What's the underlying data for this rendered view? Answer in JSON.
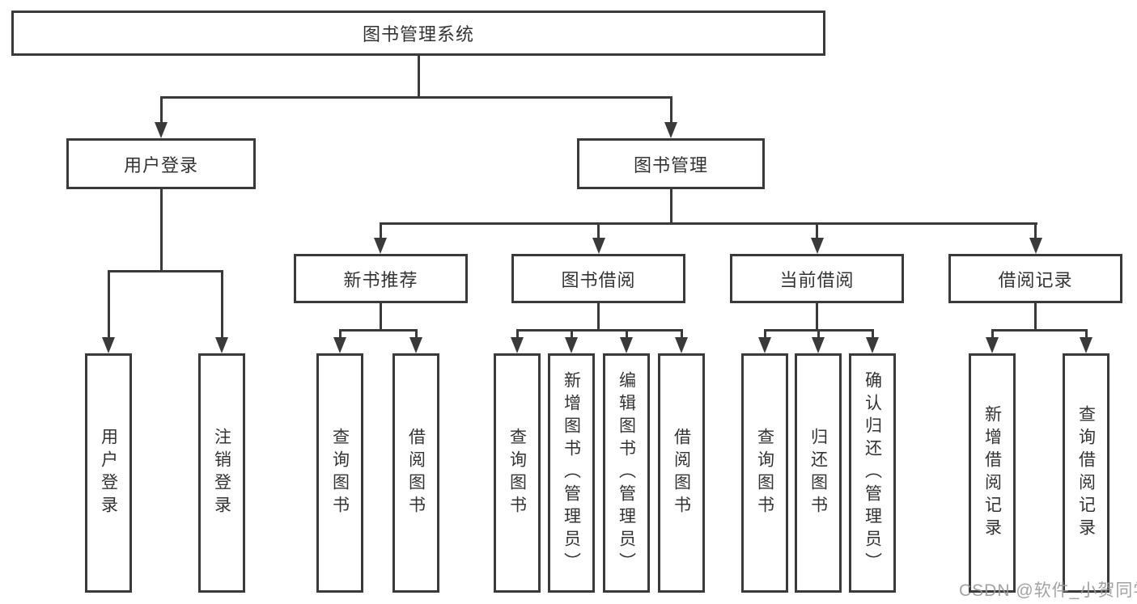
{
  "diagram_type": "hierarchy-tree",
  "tree": {
    "label": "图书管理系统",
    "children": [
      {
        "label": "用户登录",
        "children": [
          {
            "label": "用户登录"
          },
          {
            "label": "注销登录"
          }
        ]
      },
      {
        "label": "图书管理",
        "children": [
          {
            "label": "新书推荐",
            "children": [
              {
                "label": "查询图书"
              },
              {
                "label": "借阅图书"
              }
            ]
          },
          {
            "label": "图书借阅",
            "children": [
              {
                "label": "查询图书"
              },
              {
                "label": "新增图书（管理员）"
              },
              {
                "label": "编辑图书（管理员）"
              },
              {
                "label": "借阅图书"
              }
            ]
          },
          {
            "label": "当前借阅",
            "children": [
              {
                "label": "查询图书"
              },
              {
                "label": "归还图书"
              },
              {
                "label": "确认归还（管理员）"
              }
            ]
          },
          {
            "label": "借阅记录",
            "children": [
              {
                "label": "新增借阅记录"
              },
              {
                "label": "查询借阅记录"
              }
            ]
          }
        ]
      }
    ]
  },
  "watermark": {
    "text": "CSDN @软件_小贺同学",
    "color": "#989898"
  },
  "colors": {
    "background": "#ffffff",
    "box_border": "#3a3a3a",
    "connector_line": "#3a3a3a",
    "text": "#333333"
  }
}
